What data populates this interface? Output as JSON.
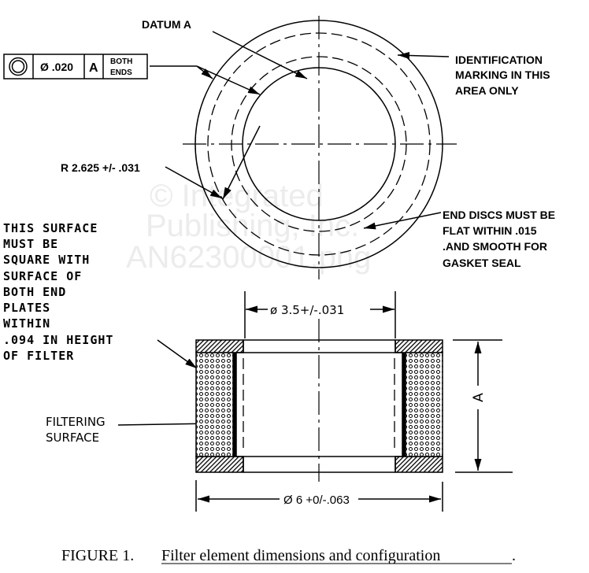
{
  "watermark": {
    "line1": "© Integrated",
    "line2": "Publishing, Inc.",
    "line3": "AN62300001.png"
  },
  "control_frame": {
    "symbol": "concentricity-icon",
    "tolerance": "Ø .020",
    "datum": "A",
    "note_line1": "BOTH",
    "note_line2": "ENDS"
  },
  "labels": {
    "datum_a": "DATUM A",
    "identification": [
      "IDENTIFICATION",
      "MARKING IN THIS",
      "AREA ONLY"
    ],
    "radius": "R 2.625 +/- .031",
    "end_discs": [
      "END DISCS MUST BE",
      "FLAT WITHIN .015",
      ".AND SMOOTH FOR",
      "GASKET SEAL"
    ],
    "surface_square": [
      "THIS SURFACE",
      "MUST BE",
      "SQUARE WITH",
      "SURFACE OF",
      "BOTH END",
      "PLATES",
      "WITHIN",
      ".094 IN HEIGHT",
      "OF FILTER"
    ],
    "filtering_surface": [
      "FILTERING",
      "SURFACE"
    ]
  },
  "dimensions": {
    "inner_diameter": "ø 3.5+/-.031",
    "outer_diameter": "Ø 6 +0/-.063",
    "height": "A"
  },
  "caption": {
    "prefix": "FIGURE 1.",
    "text": "Filter element dimensions and configuration"
  }
}
